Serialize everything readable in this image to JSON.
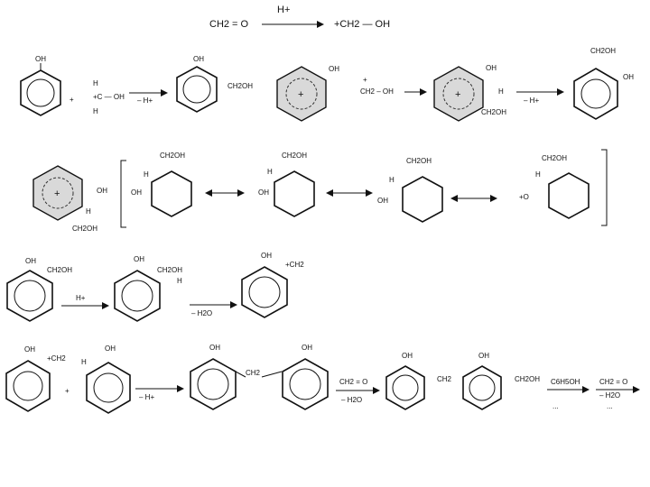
{
  "header": {
    "reactant": "CH2 = O",
    "catalyst": "H+",
    "product": "+CH2 — OH"
  },
  "row1": {
    "phenol_label": "OH",
    "plus1": "+",
    "electrophile": [
      "H",
      "+C — OH",
      "H"
    ],
    "elim1": "– H+",
    "prod_oh": "OH",
    "prod_ch2oh": "CH2OH",
    "sigma_oh": "OH",
    "plus2": "+",
    "reagent2": "CH2 – OH",
    "sigma2_oh": "OH",
    "sigma2_h": "H",
    "sigma2_ch2oh": "CH2OH",
    "elim2": "– H+",
    "final_ch2oh": "CH2OH",
    "final_oh": "OH"
  },
  "row2": {
    "sigma_oh": "OH",
    "sigma_h": "H",
    "sigma_ch2oh": "CH2OH",
    "res1": [
      "CH2OH",
      "H",
      "OH"
    ],
    "res2": [
      "CH2OH",
      "H",
      "OH"
    ],
    "res3": [
      "CH2OH",
      "H",
      "OH"
    ],
    "res4": [
      "CH2OH",
      "H",
      "+O"
    ]
  },
  "row3": {
    "a_oh": "OH",
    "a_ch2oh": "CH2OH",
    "a_hplus": "H+",
    "b_oh": "OH",
    "b_ch2oh": "CH2OH",
    "b_h": "H",
    "elim": "– H2O",
    "c_oh": "OH",
    "c_ch2": "+CH2"
  },
  "row4": {
    "a_oh": "OH",
    "a_ch2": "+CH2",
    "plus": "+",
    "b_h": "H",
    "b_oh": "OH",
    "elim1": "– H+",
    "c_oh1": "OH",
    "c_oh2": "OH",
    "c_ch2": "CH2",
    "reagent2_top": "CH2 = O",
    "reagent2_bot": "– H2O",
    "d_oh1": "OH",
    "d_oh2": "OH",
    "d_ch2": "CH2",
    "d_ch2oh": "CH2OH",
    "reagent3": "C6H5OH",
    "reagent4_top": "CH2 = O",
    "reagent4_bot": "– H2O",
    "ellipsis1": "...",
    "ellipsis2": "..."
  }
}
